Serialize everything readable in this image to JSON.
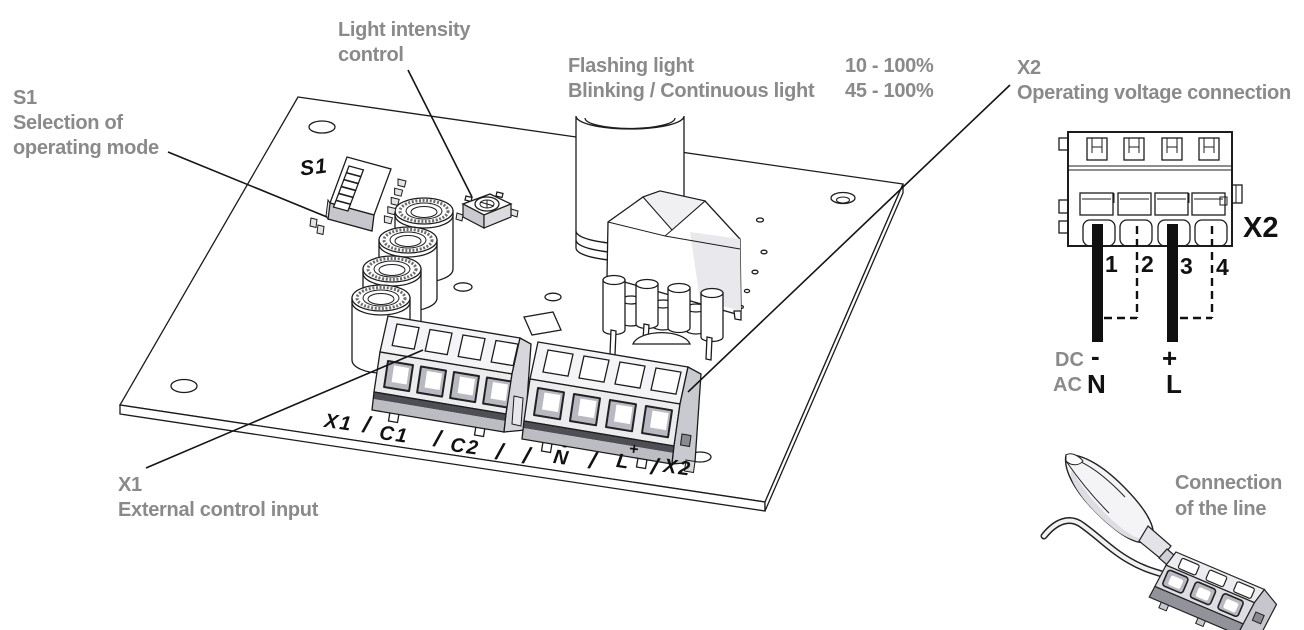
{
  "figure": {
    "type": "technical-wiring-diagram",
    "background": "#ffffff",
    "colors": {
      "annotation_gray": "#8a8a8a",
      "line_black": "#1c1c1c",
      "wire_black": "#101010"
    }
  },
  "annotations": {
    "s1": {
      "id": "S1",
      "desc_line1": "Selection of",
      "desc_line2": "operating mode"
    },
    "light_intensity": {
      "line1": "Light intensity",
      "line2": "control"
    },
    "specs": {
      "row1_label": "Flashing light",
      "row1_value": "10 - 100%",
      "row2_label": "Blinking / Continuous light",
      "row2_value": "45 - 100%"
    },
    "x1": {
      "id": "X1",
      "desc": "External control input"
    },
    "x2": {
      "id": "X2",
      "desc": "Operating voltage connection"
    },
    "connection": {
      "line1": "Connection",
      "line2": "of the line"
    }
  },
  "board": {
    "s1_component_label": "S1",
    "silkscreen": {
      "t1": "X1",
      "t2": "C1",
      "t3": "C2",
      "t4": "N",
      "t4_mark": "-",
      "t5": "L",
      "t5_mark": "+",
      "t6": "X2",
      "sep": "/"
    }
  },
  "connector_detail": {
    "label": "X2",
    "pin1": "1",
    "pin2": "2",
    "pin3": "3",
    "pin4": "4",
    "dc_label": "DC",
    "dc_minus": "-",
    "dc_plus": "+",
    "ac_label": "AC",
    "ac_n": "N",
    "ac_l": "L"
  }
}
